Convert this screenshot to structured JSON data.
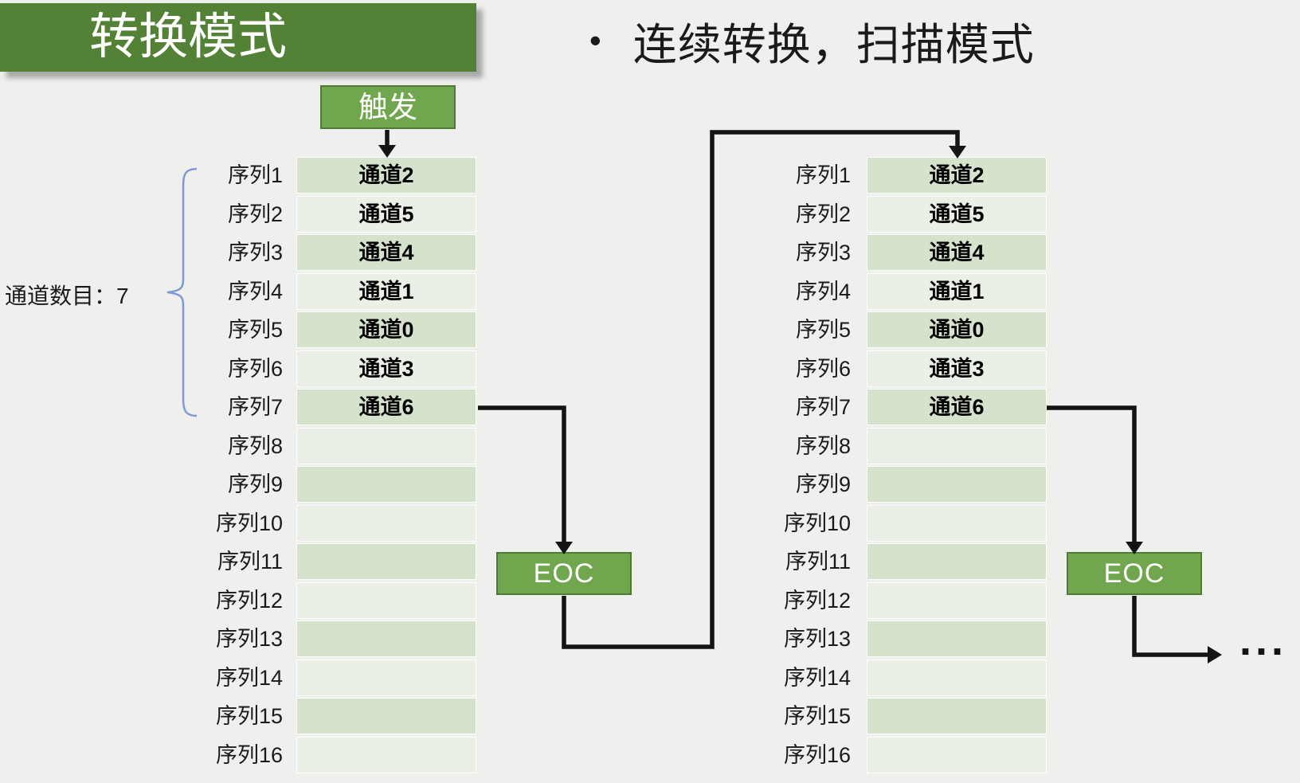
{
  "title": "转换模式",
  "subtitle": {
    "bullet": "•",
    "text": "连续转换，扫描模式"
  },
  "trigger": {
    "label": "触发"
  },
  "channel_count": {
    "label": "通道数目：7"
  },
  "eoc_left": {
    "label": "EOC"
  },
  "eoc_right": {
    "label": "EOC"
  },
  "ellipsis": "...",
  "sequence_table": {
    "row_labels": [
      "序列1",
      "序列2",
      "序列3",
      "序列4",
      "序列5",
      "序列6",
      "序列7",
      "序列8",
      "序列9",
      "序列10",
      "序列11",
      "序列12",
      "序列13",
      "序列14",
      "序列15",
      "序列16"
    ],
    "channel_values": [
      "通道2",
      "通道5",
      "通道4",
      "通道1",
      "通道0",
      "通道3",
      "通道6",
      "",
      "",
      "",
      "",
      "",
      "",
      "",
      "",
      ""
    ]
  },
  "colors": {
    "background": "#efefee",
    "title_green": "#538135",
    "box_green": "#70a64e",
    "box_border_green": "#4e7a33",
    "row_dark": "#d5e3cd",
    "row_light": "#eaf0e6",
    "arrow_black": "#141414",
    "brace_blue": "#7d9ad5",
    "text_white": "#ffffff",
    "text_black": "#1a1a1a"
  }
}
